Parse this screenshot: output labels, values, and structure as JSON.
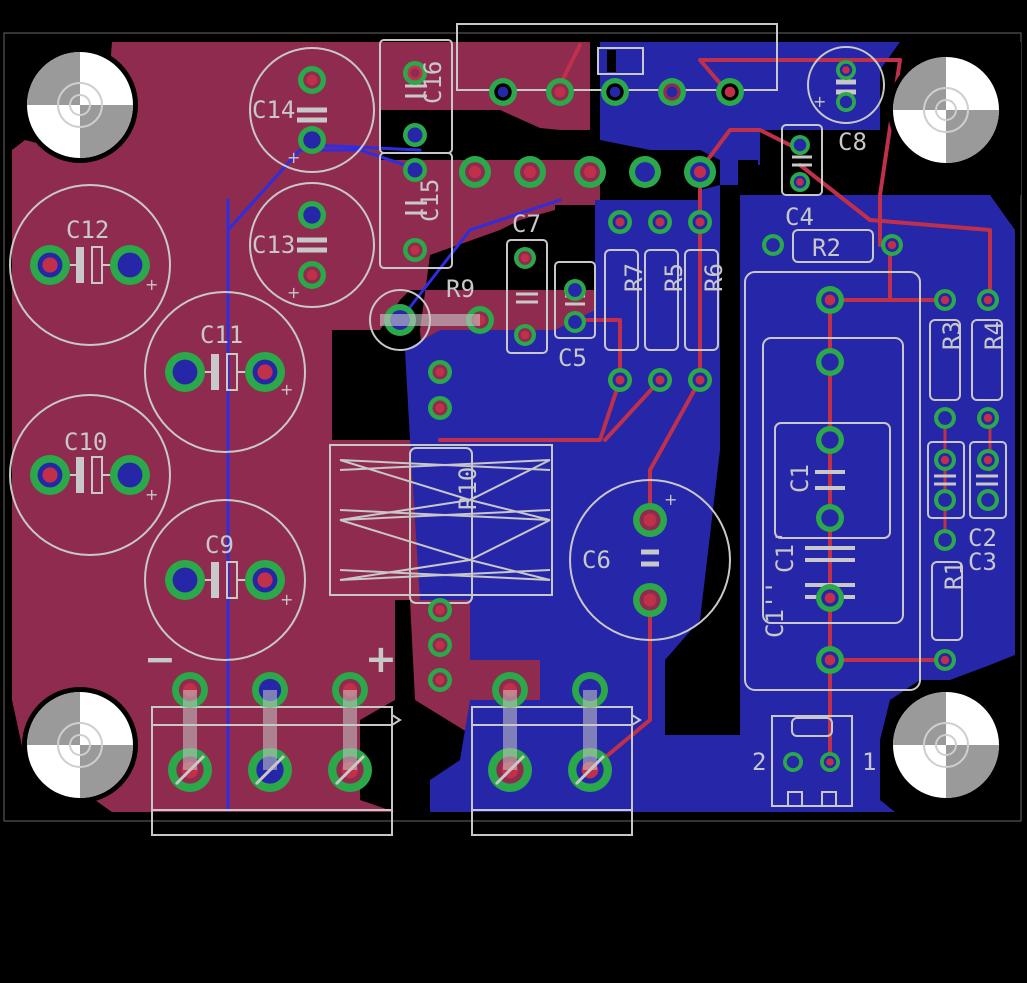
{
  "colors": {
    "background": "#000000",
    "top_copper": "#8f2b4e",
    "bottom_copper": "#2626a8",
    "top_trace": "#c0304a",
    "bottom_trace": "#2e2ee0",
    "pad_ring": "#2aa84a",
    "silkscreen": "#c8c8c8",
    "hole_quadrant": "#9a9a9a"
  },
  "labels": {
    "c14": "C14",
    "c16": "C16",
    "c15": "C15",
    "c13": "C13",
    "c12": "C12",
    "c11": "C11",
    "c10": "C10",
    "c9": "C9",
    "c8": "C8",
    "c7": "C7",
    "c6": "C6",
    "c5": "C5",
    "c4": "C4",
    "c1": "C1",
    "c1p": "C1'",
    "c1pp": "C1''",
    "c2": "C2",
    "c3": "C3",
    "r1": "R1",
    "r2": "R2",
    "r3": "R3",
    "r4": "R4",
    "r5": "R5",
    "r6": "R6",
    "r7": "R7",
    "r9": "R9",
    "r10": "R10"
  },
  "power_signs": {
    "minus": "−",
    "plus": "+"
  },
  "connector_pins": {
    "pin2": "2",
    "pin1": "1"
  },
  "polarity_mark": "+"
}
